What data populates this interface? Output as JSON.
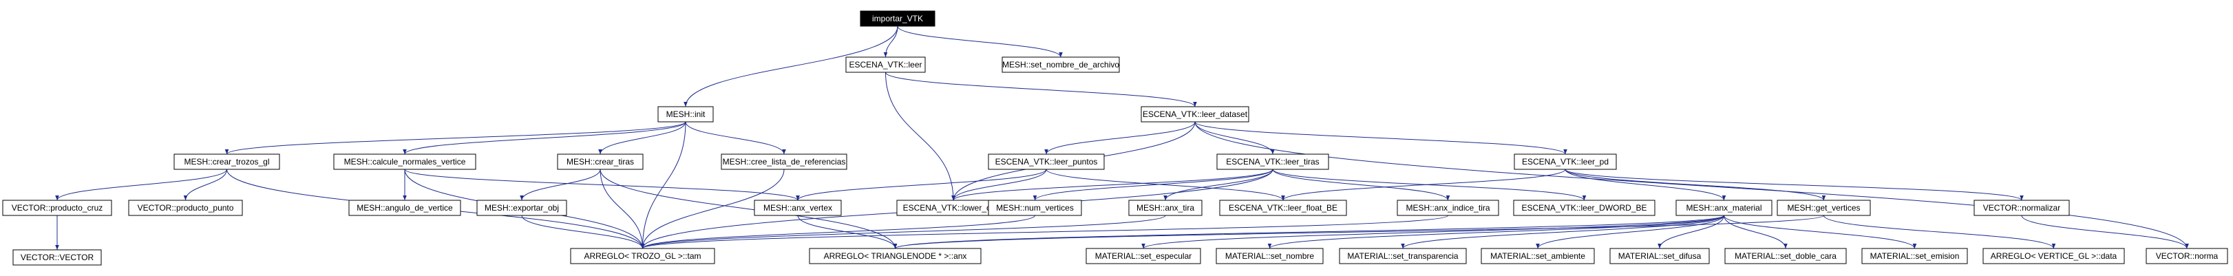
{
  "diagram": {
    "nodes": [
      {
        "id": "importar_vtk",
        "label": "importar_VTK",
        "root": true
      },
      {
        "id": "escena_leer",
        "label": "ESCENA_VTK::leer"
      },
      {
        "id": "mesh_set_nombre_archivo",
        "label": "MESH::set_nombre_de_archivo"
      },
      {
        "id": "mesh_init",
        "label": "MESH::init"
      },
      {
        "id": "escena_leer_dataset",
        "label": "ESCENA_VTK::leer_dataset"
      },
      {
        "id": "mesh_crear_trozos_gl",
        "label": "MESH::crear_trozos_gl"
      },
      {
        "id": "mesh_calcule_normales_vertice",
        "label": "MESH::calcule_normales_vertice"
      },
      {
        "id": "mesh_crear_tiras",
        "label": "MESH::crear_tiras"
      },
      {
        "id": "mesh_cree_lista_de_referencias",
        "label": "MESH::cree_lista_de_referencias"
      },
      {
        "id": "escena_leer_puntos",
        "label": "ESCENA_VTK::leer_puntos"
      },
      {
        "id": "escena_leer_tiras",
        "label": "ESCENA_VTK::leer_tiras"
      },
      {
        "id": "escena_leer_pd",
        "label": "ESCENA_VTK::leer_pd"
      },
      {
        "id": "vector_producto_cruz",
        "label": "VECTOR::producto_cruz"
      },
      {
        "id": "vector_producto_punto",
        "label": "VECTOR::producto_punto"
      },
      {
        "id": "mesh_angulo_de_vertice",
        "label": "MESH::angulo_de_vertice"
      },
      {
        "id": "mesh_exportar_obj",
        "label": "MESH::exportar_obj"
      },
      {
        "id": "mesh_anx_vertex",
        "label": "MESH::anx_vertex"
      },
      {
        "id": "escena_lower_case",
        "label": "ESCENA_VTK::lower_case"
      },
      {
        "id": "mesh_num_vertices",
        "label": "MESH::num_vertices"
      },
      {
        "id": "mesh_anx_tira",
        "label": "MESH::anx_tira"
      },
      {
        "id": "escena_leer_float_be",
        "label": "ESCENA_VTK::leer_float_BE"
      },
      {
        "id": "mesh_anx_indice_tira",
        "label": "MESH::anx_indice_tira"
      },
      {
        "id": "escena_leer_dword_be",
        "label": "ESCENA_VTK::leer_DWORD_BE"
      },
      {
        "id": "mesh_anx_material",
        "label": "MESH::anx_material"
      },
      {
        "id": "mesh_get_vertices",
        "label": "MESH::get_vertices"
      },
      {
        "id": "vector_normalizar",
        "label": "VECTOR::normalizar"
      },
      {
        "id": "vector_vector",
        "label": "VECTOR::VECTOR"
      },
      {
        "id": "arreglo_trozo_tam",
        "label": "ARREGLO< TROZO_GL >::tam"
      },
      {
        "id": "arreglo_trianglenode_anx",
        "label": "ARREGLO< TRIANGLENODE * >::anx"
      },
      {
        "id": "material_set_especular",
        "label": "MATERIAL::set_especular"
      },
      {
        "id": "material_set_nombre",
        "label": "MATERIAL::set_nombre"
      },
      {
        "id": "material_set_transparencia",
        "label": "MATERIAL::set_transparencia"
      },
      {
        "id": "material_set_ambiente",
        "label": "MATERIAL::set_ambiente"
      },
      {
        "id": "material_set_difusa",
        "label": "MATERIAL::set_difusa"
      },
      {
        "id": "material_set_doble_cara",
        "label": "MATERIAL::set_doble_cara"
      },
      {
        "id": "material_set_emision",
        "label": "MATERIAL::set_emision"
      },
      {
        "id": "arreglo_vertice_data",
        "label": "ARREGLO< VERTICE_GL >::data"
      },
      {
        "id": "vector_norma",
        "label": "VECTOR::norma"
      }
    ],
    "edges": [
      [
        "importar_vtk",
        "escena_leer"
      ],
      [
        "importar_vtk",
        "mesh_set_nombre_archivo"
      ],
      [
        "importar_vtk",
        "mesh_init"
      ],
      [
        "escena_leer",
        "escena_leer_dataset"
      ],
      [
        "escena_leer",
        "escena_lower_case"
      ],
      [
        "mesh_init",
        "mesh_crear_trozos_gl"
      ],
      [
        "mesh_init",
        "mesh_calcule_normales_vertice"
      ],
      [
        "mesh_init",
        "mesh_crear_tiras"
      ],
      [
        "mesh_init",
        "mesh_cree_lista_de_referencias"
      ],
      [
        "mesh_init",
        "arreglo_trozo_tam"
      ],
      [
        "escena_leer_dataset",
        "escena_leer_puntos"
      ],
      [
        "escena_leer_dataset",
        "escena_leer_tiras"
      ],
      [
        "escena_leer_dataset",
        "escena_leer_pd"
      ],
      [
        "escena_leer_dataset",
        "escena_lower_case"
      ],
      [
        "escena_leer_dataset",
        "vector_norma"
      ],
      [
        "mesh_crear_trozos_gl",
        "vector_producto_cruz"
      ],
      [
        "mesh_crear_trozos_gl",
        "vector_producto_punto"
      ],
      [
        "mesh_crear_trozos_gl",
        "arreglo_trozo_tam"
      ],
      [
        "mesh_calcule_normales_vertice",
        "mesh_angulo_de_vertice"
      ],
      [
        "mesh_calcule_normales_vertice",
        "arreglo_trozo_tam"
      ],
      [
        "mesh_calcule_normales_vertice",
        "mesh_anx_vertex"
      ],
      [
        "mesh_crear_tiras",
        "mesh_exportar_obj"
      ],
      [
        "mesh_crear_tiras",
        "arreglo_trozo_tam"
      ],
      [
        "mesh_crear_tiras",
        "arreglo_trianglenode_anx"
      ],
      [
        "mesh_cree_lista_de_referencias",
        "arreglo_trozo_tam"
      ],
      [
        "escena_leer_puntos",
        "mesh_anx_vertex"
      ],
      [
        "escena_leer_puntos",
        "escena_lower_case"
      ],
      [
        "escena_leer_puntos",
        "escena_leer_float_be"
      ],
      [
        "escena_leer_tiras",
        "mesh_num_vertices"
      ],
      [
        "escena_leer_tiras",
        "mesh_anx_tira"
      ],
      [
        "escena_leer_tiras",
        "mesh_anx_indice_tira"
      ],
      [
        "escena_leer_tiras",
        "escena_leer_dword_be"
      ],
      [
        "escena_leer_tiras",
        "escena_lower_case"
      ],
      [
        "escena_leer_tiras",
        "arreglo_trozo_tam"
      ],
      [
        "escena_leer_pd",
        "mesh_anx_material"
      ],
      [
        "escena_leer_pd",
        "mesh_get_vertices"
      ],
      [
        "escena_leer_pd",
        "vector_normalizar"
      ],
      [
        "escena_leer_pd",
        "escena_leer_float_be"
      ],
      [
        "vector_producto_cruz",
        "vector_vector"
      ],
      [
        "mesh_exportar_obj",
        "arreglo_trozo_tam"
      ],
      [
        "mesh_anx_vertex",
        "arreglo_trianglenode_anx"
      ],
      [
        "mesh_num_vertices",
        "arreglo_trozo_tam"
      ],
      [
        "mesh_anx_tira",
        "arreglo_trozo_tam"
      ],
      [
        "mesh_anx_indice_tira",
        "arreglo_trozo_tam"
      ],
      [
        "mesh_anx_material",
        "material_set_especular"
      ],
      [
        "mesh_anx_material",
        "material_set_nombre"
      ],
      [
        "mesh_anx_material",
        "material_set_transparencia"
      ],
      [
        "mesh_anx_material",
        "material_set_ambiente"
      ],
      [
        "mesh_anx_material",
        "material_set_difusa"
      ],
      [
        "mesh_anx_material",
        "material_set_doble_cara"
      ],
      [
        "mesh_anx_material",
        "material_set_emision"
      ],
      [
        "mesh_anx_material",
        "arreglo_trianglenode_anx"
      ],
      [
        "mesh_get_vertices",
        "arreglo_vertice_data"
      ],
      [
        "mesh_get_vertices",
        "arreglo_trianglenode_anx"
      ],
      [
        "vector_normalizar",
        "vector_norma"
      ]
    ]
  }
}
